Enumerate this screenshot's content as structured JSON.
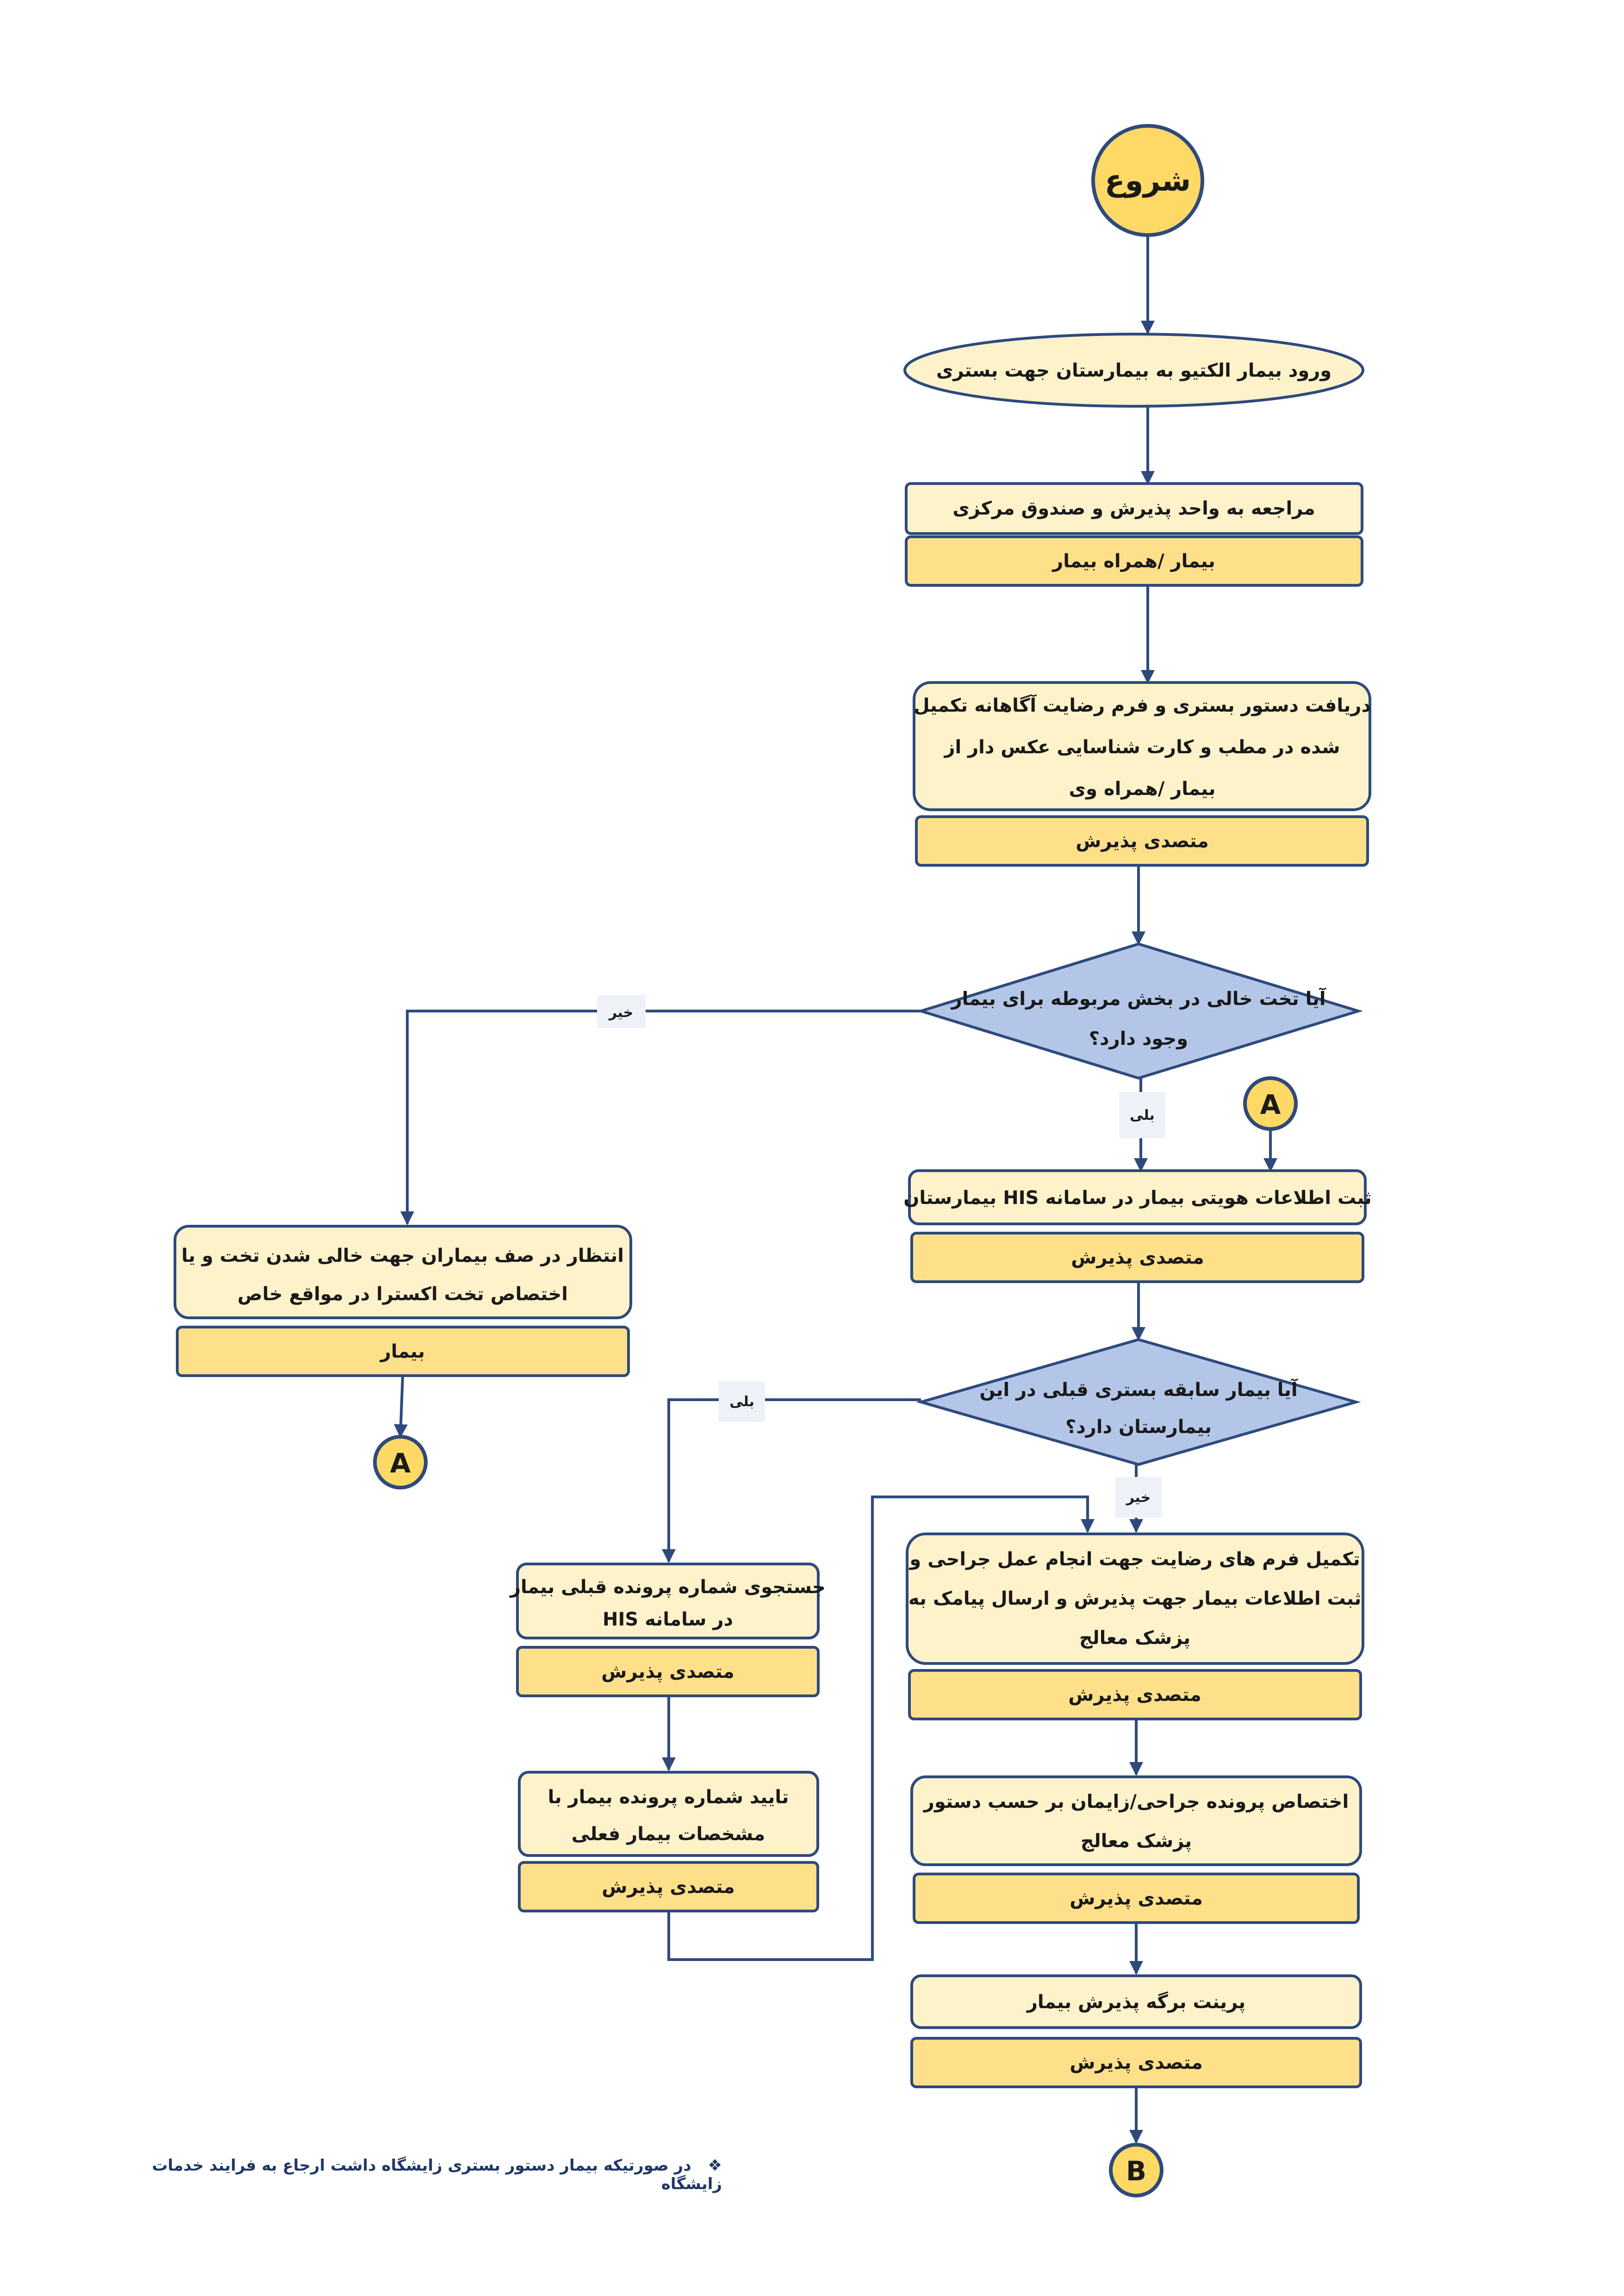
{
  "colors": {
    "stroke": "#2e4a7d",
    "process_fill": "#fef2cb",
    "role_fill": "#ffe08a",
    "decision_fill": "#b4c6e7",
    "connector_fill": "#ffd966"
  },
  "nodes": {
    "start": "شروع",
    "entry": "ورود بیمار الکتیو به بیمارستان جهت بستری",
    "refer": {
      "text": "مراجعه به واحد پذیرش و صندوق مرکزی",
      "role": "بیمار /همراه بیمار"
    },
    "receive": {
      "lines": [
        "دریافت دستور بستری و فرم رضایت آگاهانه تکمیل",
        "شده در مطب و کارت شناسایی عکس دار از",
        "بیمار /همراه وی"
      ],
      "role": "متصدی پذیرش"
    },
    "decision_bed": {
      "lines": [
        "آیا تخت خالی در بخش مربوطه برای بیمار",
        "وجود دارد؟"
      ]
    },
    "label_no_1": "خیر",
    "label_yes_1": "بلی",
    "connector_a_1": "A",
    "register": {
      "text": "ثبت اطلاعات هویتی بیمار در سامانه HIS بیمارستان",
      "role": "متصدی پذیرش"
    },
    "wait": {
      "lines": [
        "انتظار در صف بیماران جهت خالی شدن تخت و یا",
        "اختصاص تخت اکسترا در مواقع خاص"
      ],
      "role": "بیمار"
    },
    "connector_a_2": "A",
    "decision_history": {
      "lines": [
        "آیا بیمار سابقه بستری قبلی در این",
        "بیمارستان دارد؟"
      ]
    },
    "label_yes_2": "بلی",
    "label_no_2": "خیر",
    "search": {
      "lines": [
        "جستجوی شماره پرونده قبلی بیمار",
        "در سامانه HIS"
      ],
      "role": "متصدی پذیرش"
    },
    "confirm": {
      "lines": [
        "تایید شماره پرونده بیمار با",
        "مشخصات بیمار فعلی"
      ],
      "role": "متصدی پذیرش"
    },
    "consent": {
      "lines": [
        "تکمیل فرم های رضایت جهت انجام عمل جراحی و",
        "ثبت اطلاعات بیمار جهت پذیرش و ارسال پیامک به",
        "پزشک معالج"
      ],
      "role": "متصدی پذیرش"
    },
    "assign": {
      "lines": [
        "اختصاص پرونده جراحی/زایمان بر حسب دستور",
        "پزشک معالج"
      ],
      "role": "متصدی پذیرش"
    },
    "print": {
      "text": "پرینت برگه پذیرش بیمار",
      "role": "متصدی پذیرش"
    },
    "connector_b": "B"
  },
  "footnote": "در صورتیکه بیمار دستور بستری زایشگاه داشت ارجاع به فرایند خدمات زایشگاه"
}
